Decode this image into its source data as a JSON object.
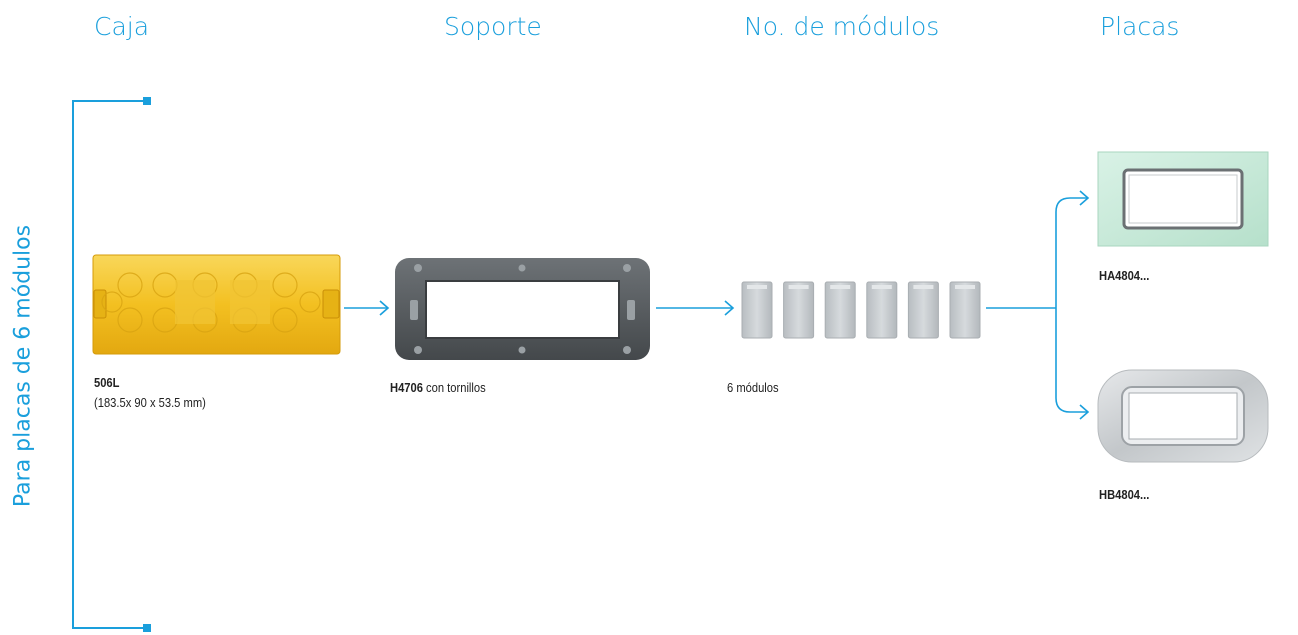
{
  "headers": {
    "caja": "Caja",
    "soporte": "Soporte",
    "modulos": "No. de módulos",
    "placas": "Placas"
  },
  "side_label": "Para placas de 6 módulos",
  "items": {
    "caja": {
      "code": "506L",
      "detail": "(183.5x 90 x 53.5 mm)"
    },
    "soporte": {
      "code": "H4706",
      "detail": " con tornillos"
    },
    "modulos": {
      "label": "6 módulos",
      "count": 6
    },
    "placa_a": {
      "code": "HA4804..."
    },
    "placa_b": {
      "code": "HB4804..."
    }
  },
  "colors": {
    "accent": "#1a9fdc",
    "box_yellow": "#f3c021",
    "frame_gray": "#55595d",
    "module_gray": "#c4c9cc",
    "plate_green": "#c9ead9",
    "plate_silver": "#d2d5d8"
  }
}
